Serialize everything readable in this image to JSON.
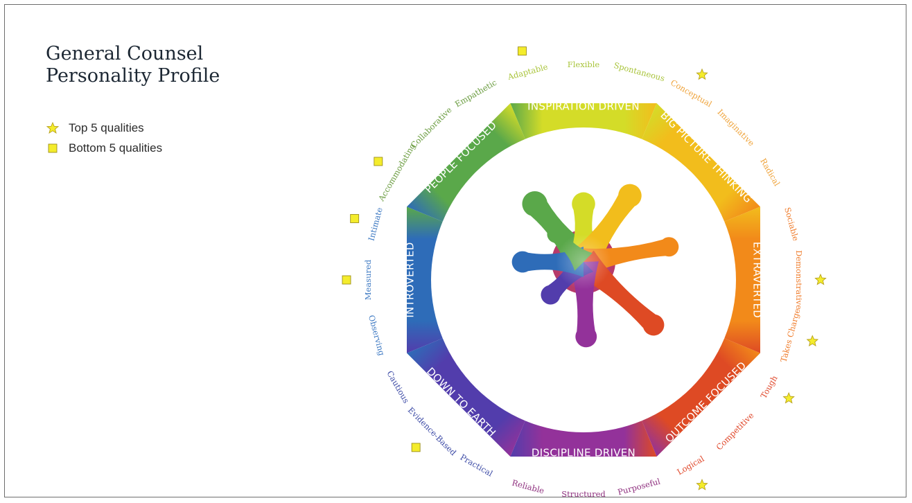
{
  "title": {
    "line1": "General Counsel",
    "line2": "Personality Profile"
  },
  "legend": {
    "top": {
      "label": "Top 5 qualities",
      "icon": "star-icon",
      "color": "#f4ec2c"
    },
    "bottom": {
      "label": "Bottom 5 qualities",
      "icon": "square-icon",
      "color": "#f4ec2c"
    }
  },
  "wheel": {
    "segments": [
      {
        "name": "INSPIRATION DRIVEN",
        "color": "#d4dc28"
      },
      {
        "name": "BIG PICTURE THINKING",
        "color": "#f2bd1c"
      },
      {
        "name": "EXTRAVERTED",
        "color": "#f28a1a"
      },
      {
        "name": "OUTCOME FOCUSED",
        "color": "#de4a24"
      },
      {
        "name": "DISCIPLINE DRIVEN",
        "color": "#93329a"
      },
      {
        "name": "DOWN TO EARTH",
        "color": "#523dac"
      },
      {
        "name": "INTROVERTED",
        "color": "#2e6cb8"
      },
      {
        "name": "PEOPLE FOCUSED",
        "color": "#5aa84a"
      }
    ],
    "qualities": [
      {
        "label": "Adaptable",
        "color": "#a9c43b",
        "marker": "bottom"
      },
      {
        "label": "Flexible",
        "color": "#a9c43b"
      },
      {
        "label": "Spontaneous",
        "color": "#a9c43b"
      },
      {
        "label": "Conceptual",
        "color": "#efa33a",
        "marker": "top"
      },
      {
        "label": "Imaginative",
        "color": "#efa33a"
      },
      {
        "label": "Radical",
        "color": "#efa33a"
      },
      {
        "label": "Sociable",
        "color": "#ef7d2d"
      },
      {
        "label": "Demonstrative",
        "color": "#ef7d2d",
        "marker": "top"
      },
      {
        "label": "Takes Charge",
        "color": "#ef7d2d",
        "marker": "top"
      },
      {
        "label": "Tough",
        "color": "#e0482b",
        "marker": "top"
      },
      {
        "label": "Competitive",
        "color": "#e0482b"
      },
      {
        "label": "Logical",
        "color": "#e0482b",
        "marker": "top"
      },
      {
        "label": "Purposeful",
        "color": "#8e2f7e"
      },
      {
        "label": "Structured",
        "color": "#8e2f7e"
      },
      {
        "label": "Reliable",
        "color": "#8e2f7e"
      },
      {
        "label": "Practical",
        "color": "#3d4ba6"
      },
      {
        "label": "Evidence-Based",
        "color": "#3d4ba6",
        "marker": "bottom"
      },
      {
        "label": "Cautious",
        "color": "#3d4ba6"
      },
      {
        "label": "Observing",
        "color": "#3c78c2"
      },
      {
        "label": "Measured",
        "color": "#3c78c2",
        "marker": "bottom"
      },
      {
        "label": "Intimate",
        "color": "#3c78c2",
        "marker": "bottom"
      },
      {
        "label": "Accommodating",
        "color": "#6a9c3f",
        "marker": "bottom"
      },
      {
        "label": "Collaborative",
        "color": "#6a9c3f"
      },
      {
        "label": "Empathetic",
        "color": "#6a9c3f"
      }
    ]
  }
}
